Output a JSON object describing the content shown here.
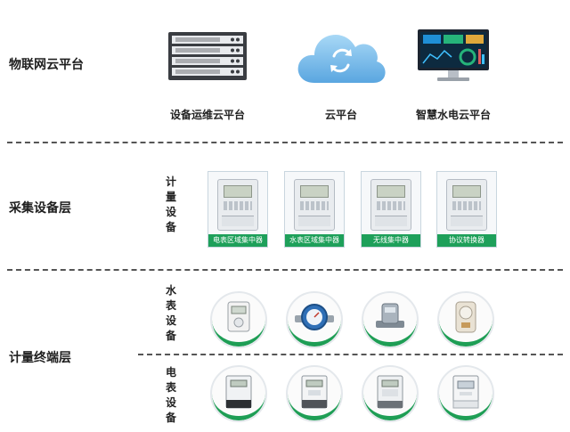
{
  "layers": {
    "cloud": "物联网云平台",
    "collect": "采集设备层",
    "terminal": "计量终端层"
  },
  "platforms": [
    {
      "label": "设备运维云平台",
      "icon": "server-rack-icon"
    },
    {
      "label": "云平台",
      "icon": "cloud-sync-icon"
    },
    {
      "label": "智慧水电云平台",
      "icon": "monitor-dashboard-icon"
    }
  ],
  "collect_side_label": [
    "计",
    "量",
    "设",
    "备"
  ],
  "concentrators": [
    {
      "label": "电表区域集中器"
    },
    {
      "label": "水表区域集中器"
    },
    {
      "label": "无线集中器"
    },
    {
      "label": "协议转换器"
    }
  ],
  "water_side_label": [
    "水",
    "表",
    "设",
    "备"
  ],
  "water_meters": [
    {
      "icon": "prepaid-water-meter-icon"
    },
    {
      "icon": "mechanical-water-meter-icon"
    },
    {
      "icon": "smart-valve-water-meter-icon"
    },
    {
      "icon": "ic-card-water-meter-icon"
    }
  ],
  "electric_side_label": [
    "电",
    "表",
    "设",
    "备"
  ],
  "electric_meters": [
    {
      "icon": "single-phase-meter-icon"
    },
    {
      "icon": "prepaid-electric-meter-icon"
    },
    {
      "icon": "three-phase-meter-icon"
    },
    {
      "icon": "smart-electric-meter-icon"
    }
  ],
  "colors": {
    "accent": "#1ea05a",
    "cloud": "#6fb6e8",
    "dash": "#555555"
  }
}
